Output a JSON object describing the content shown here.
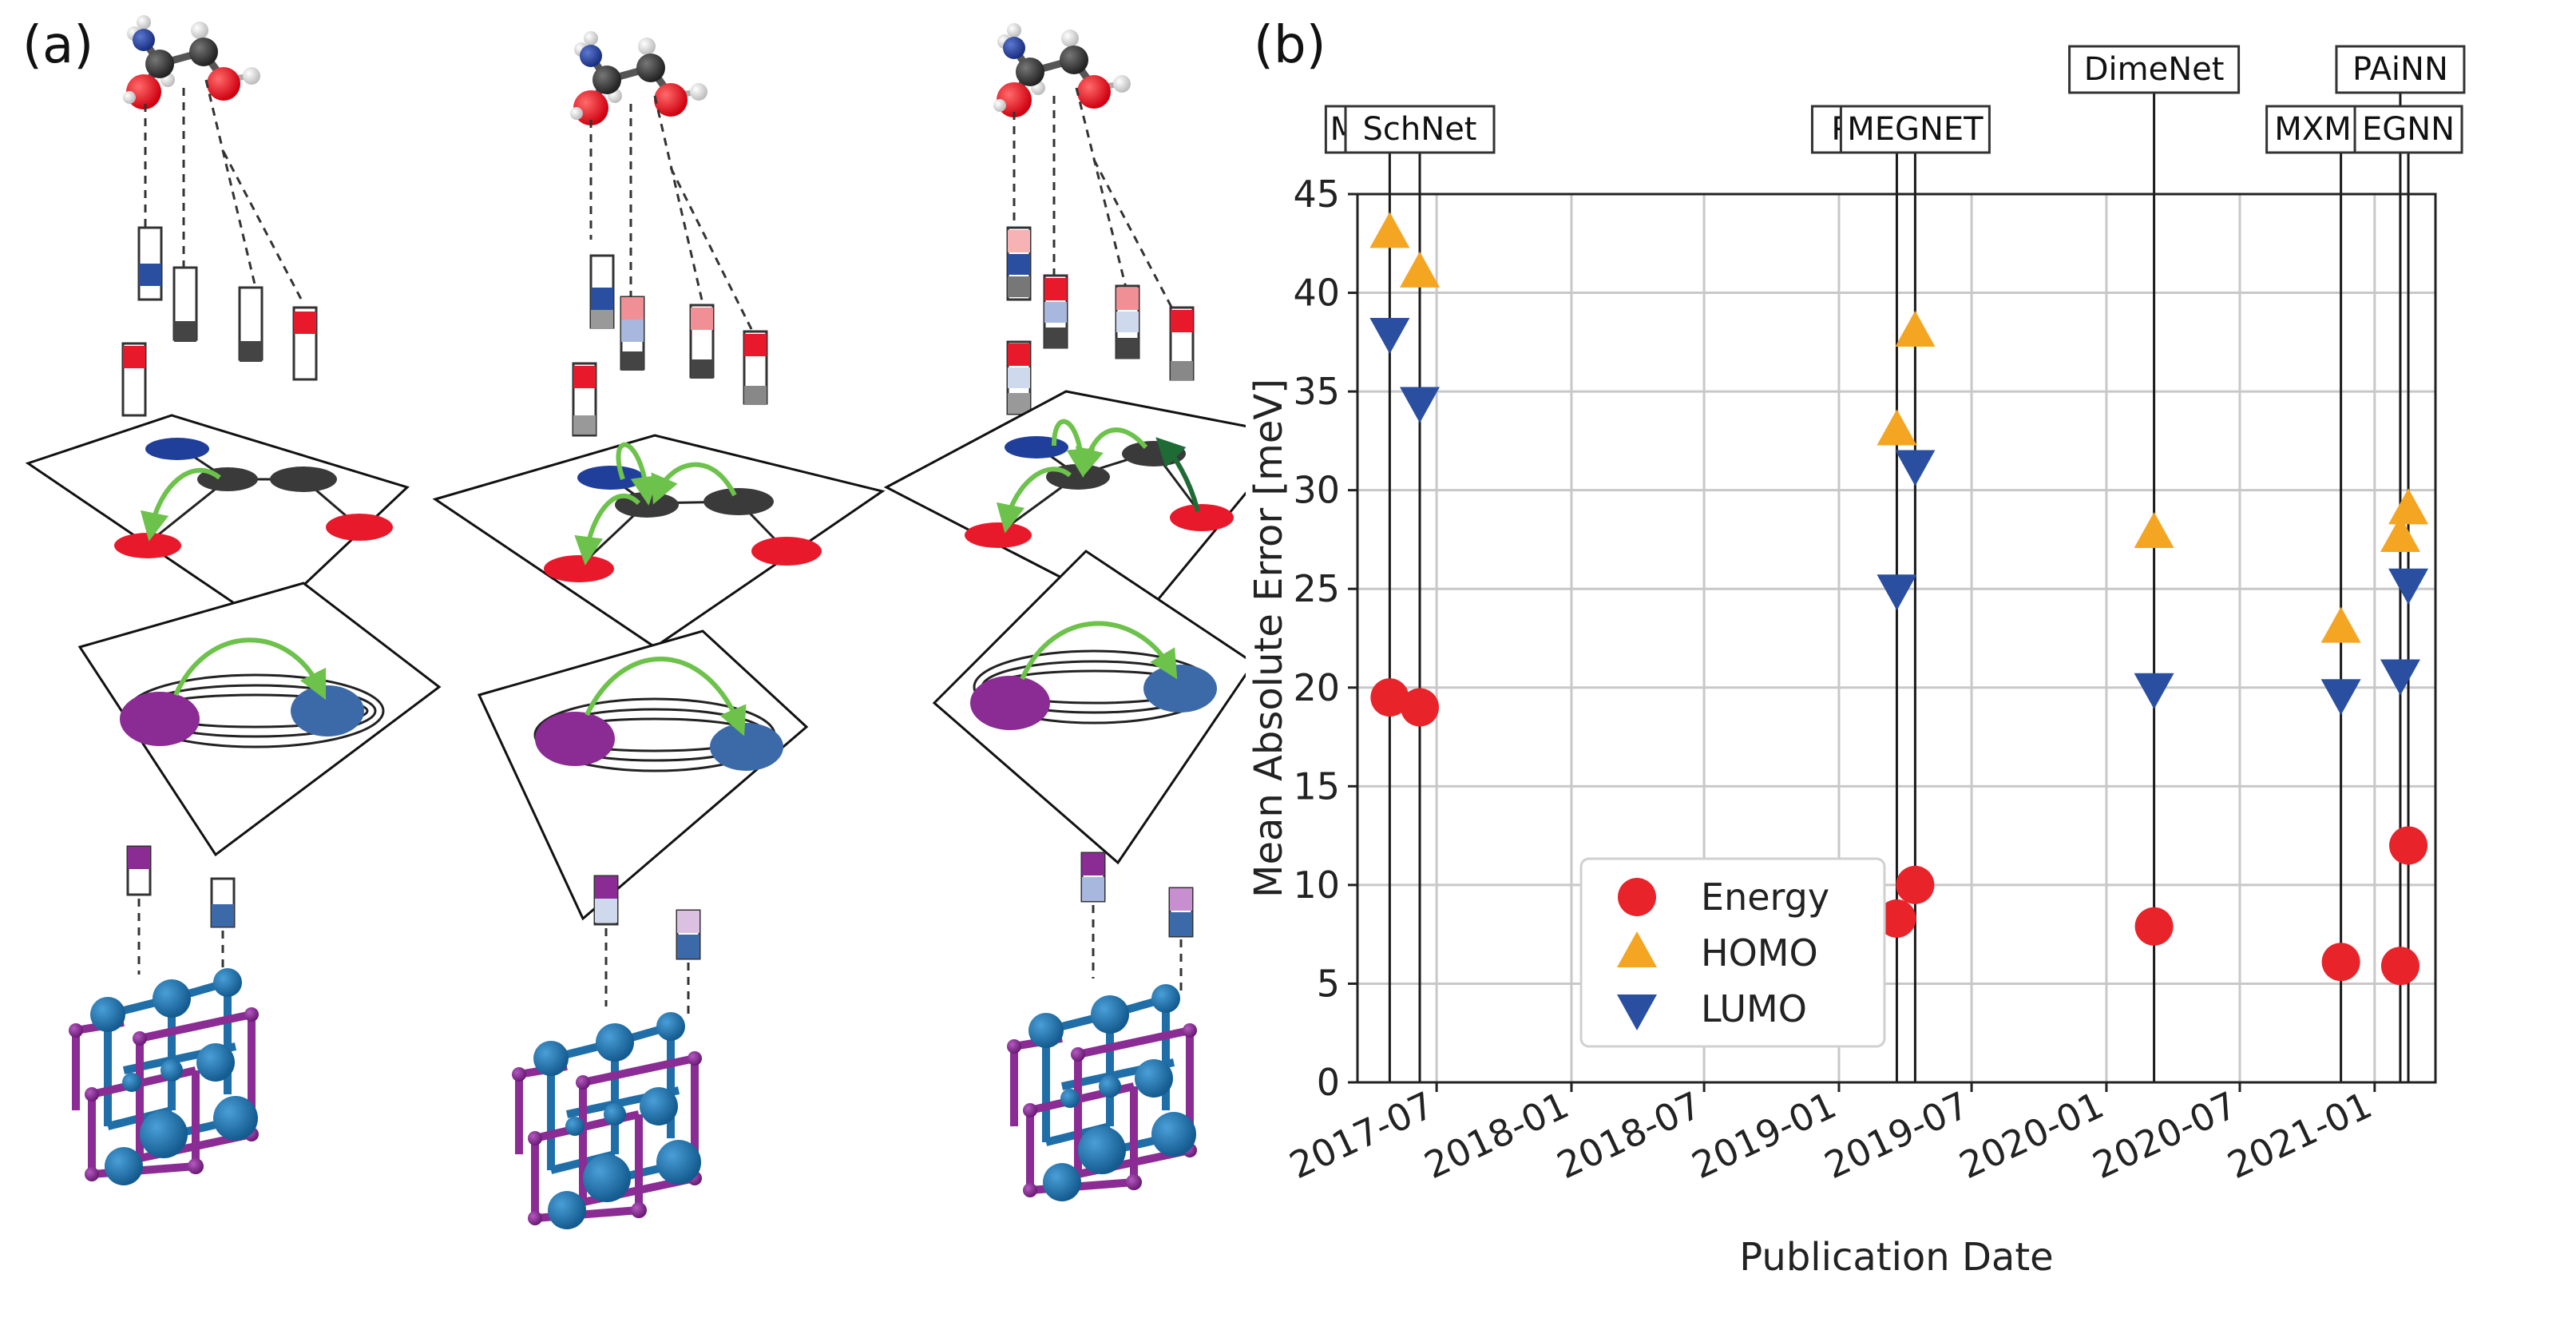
{
  "panel_a": {
    "label": "(a)"
  },
  "panel_b": {
    "label": "(b)"
  },
  "colors": {
    "energy": "#e8232a",
    "homo": "#f4a522",
    "lumo": "#2a4fa0",
    "atom_oxygen": "#e8192b",
    "atom_nitrogen": "#1f3f9a",
    "atom_carbon": "#3a3a3a",
    "atom_hydrogen": "#eeeeee",
    "crystal_blue": "#1f6ea8",
    "crystal_purple": "#8a2c93",
    "arrow_green": "#6cc24a",
    "arrow_darkgreen": "#1e6b35"
  },
  "chart_data": {
    "type": "scatter",
    "title": "",
    "xlabel": "Publication Date",
    "ylabel": "Mean Absolute Error [meV]",
    "ylim": [
      0,
      45
    ],
    "yticks": [
      "0",
      "5",
      "10",
      "15",
      "20",
      "25",
      "30",
      "35",
      "40",
      "45"
    ],
    "xlim": [
      "2017-03-15",
      "2021-03-25"
    ],
    "xticks": [
      "2017-07",
      "2018-01",
      "2018-07",
      "2019-01",
      "2019-07",
      "2020-01",
      "2020-07",
      "2021-01"
    ],
    "grid": true,
    "legend_position": "lower-left",
    "models": [
      {
        "name": "MPGNN",
        "date": "2017-04-28",
        "label_row": "lower"
      },
      {
        "name": "SchNet",
        "date": "2017-06-08",
        "label_row": "lower"
      },
      {
        "name": "PhysNet",
        "date": "2019-03-21",
        "label_row": "lower"
      },
      {
        "name": "MEGNET",
        "date": "2019-04-15",
        "label_row": "lower"
      },
      {
        "name": "DimeNet",
        "date": "2020-03-06",
        "label_row": "upper"
      },
      {
        "name": "MXMNet",
        "date": "2020-11-16",
        "label_row": "lower"
      },
      {
        "name": "PAiNN",
        "date": "2021-02-05",
        "label_row": "upper"
      },
      {
        "name": "EGNN",
        "date": "2021-02-16",
        "label_row": "lower"
      }
    ],
    "series": [
      {
        "name": "Energy",
        "marker": "circle",
        "color": "#e8232a",
        "points": [
          {
            "x": "2017-04-28",
            "y": 19.5
          },
          {
            "x": "2017-06-08",
            "y": 19.0
          },
          {
            "x": "2019-03-21",
            "y": 8.3
          },
          {
            "x": "2019-04-15",
            "y": 10.0
          },
          {
            "x": "2020-03-06",
            "y": 7.9
          },
          {
            "x": "2020-11-16",
            "y": 6.1
          },
          {
            "x": "2021-02-05",
            "y": 5.9
          },
          {
            "x": "2021-02-16",
            "y": 12.0
          }
        ]
      },
      {
        "name": "HOMO",
        "marker": "triangle-up",
        "color": "#f4a522",
        "points": [
          {
            "x": "2017-04-28",
            "y": 43.0
          },
          {
            "x": "2017-06-08",
            "y": 41.0
          },
          {
            "x": "2019-03-21",
            "y": 33.0
          },
          {
            "x": "2019-04-15",
            "y": 38.0
          },
          {
            "x": "2020-03-06",
            "y": 27.8
          },
          {
            "x": "2020-11-16",
            "y": 23.0
          },
          {
            "x": "2021-02-05",
            "y": 27.6
          },
          {
            "x": "2021-02-16",
            "y": 29.0
          }
        ]
      },
      {
        "name": "LUMO",
        "marker": "triangle-down",
        "color": "#2a4fa0",
        "points": [
          {
            "x": "2017-04-28",
            "y": 38.0
          },
          {
            "x": "2017-06-08",
            "y": 34.5
          },
          {
            "x": "2019-03-21",
            "y": 25.0
          },
          {
            "x": "2019-04-15",
            "y": 31.3
          },
          {
            "x": "2020-03-06",
            "y": 20.0
          },
          {
            "x": "2020-11-16",
            "y": 19.7
          },
          {
            "x": "2021-02-05",
            "y": 20.7
          },
          {
            "x": "2021-02-16",
            "y": 25.3
          }
        ]
      }
    ]
  }
}
